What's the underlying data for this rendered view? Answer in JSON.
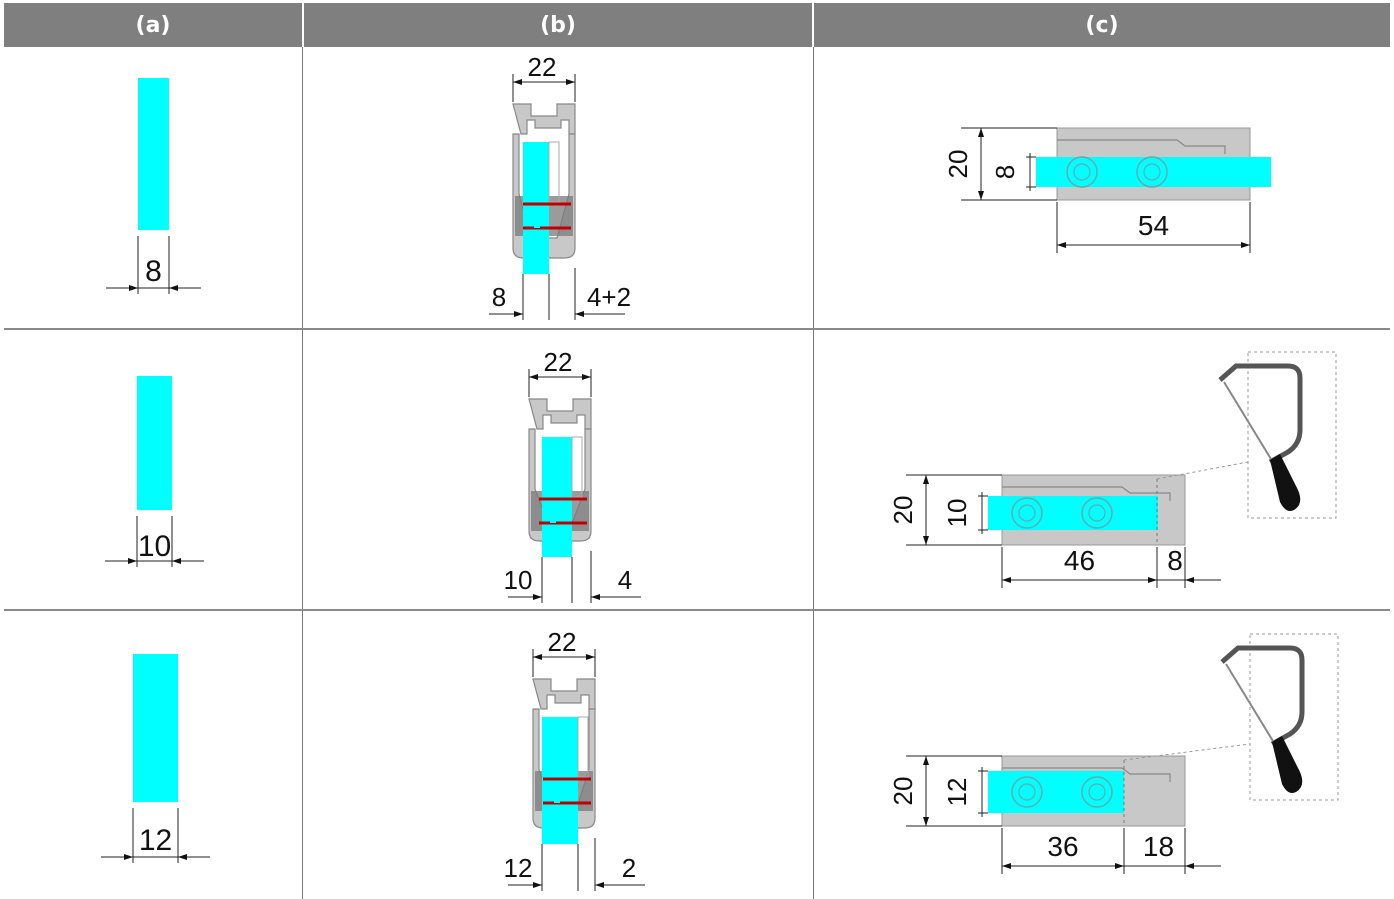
{
  "headers": [
    "(a)",
    "(b)",
    "(c)"
  ],
  "rows": [
    {
      "a_width": "8",
      "b_top": "22",
      "b_left": "8",
      "b_right": "4+2",
      "c_height": "20",
      "c_glass": "8",
      "c_len1": "54",
      "c_len2": ""
    },
    {
      "a_width": "10",
      "b_top": "22",
      "b_left": "10",
      "b_right": "4",
      "c_height": "20",
      "c_glass": "10",
      "c_len1": "46",
      "c_len2": "8"
    },
    {
      "a_width": "12",
      "b_top": "22",
      "b_left": "12",
      "b_right": "2",
      "c_height": "20",
      "c_glass": "12",
      "c_len1": "36",
      "c_len2": "18"
    }
  ],
  "colors": {
    "header_bg": "#7f7f7f",
    "glass": "#00ffff",
    "profile": "#c8c8c8",
    "profile_dark": "#7a7a7a",
    "gasket": "#c00000"
  },
  "icons": [
    "hacksaw-icon"
  ]
}
